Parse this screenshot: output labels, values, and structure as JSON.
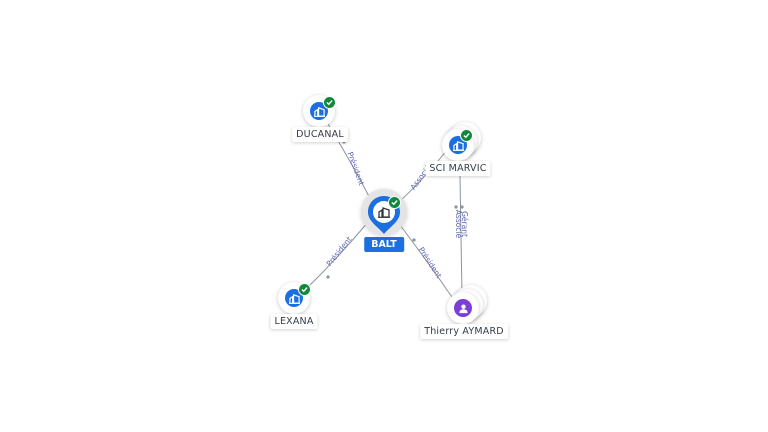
{
  "nodes": {
    "balt": {
      "label": "BALT",
      "type": "company",
      "verified": true
    },
    "ducanal": {
      "label": "DUCANAL",
      "type": "company",
      "verified": true
    },
    "sci_marvic": {
      "label": "SCI MARVIC",
      "type": "company",
      "verified": true
    },
    "lexana": {
      "label": "LEXANA",
      "type": "company",
      "verified": true
    },
    "thierry": {
      "label": "Thierry AYMARD",
      "type": "person"
    }
  },
  "edges": [
    {
      "from": "BALT",
      "to": "DUCANAL",
      "label": "Président"
    },
    {
      "from": "BALT",
      "to": "SCI MARVIC",
      "label": "Associé"
    },
    {
      "from": "BALT",
      "to": "LEXANA",
      "label": "Président"
    },
    {
      "from": "BALT",
      "to": "Thierry AYMARD",
      "label": "Président"
    },
    {
      "from": "SCI MARVIC",
      "to": "Thierry AYMARD",
      "label": "Gérant"
    },
    {
      "from": "SCI MARVIC",
      "to": "Thierry AYMARD",
      "label": "Associé"
    }
  ],
  "colors": {
    "company": "#1b6fe0",
    "person": "#7b3fd6",
    "verified": "#12883a",
    "edge": "#8a949e",
    "edge_label": "#5b63b5"
  },
  "icons": {
    "company": "building-icon",
    "person": "user-icon",
    "verified": "check-icon"
  }
}
